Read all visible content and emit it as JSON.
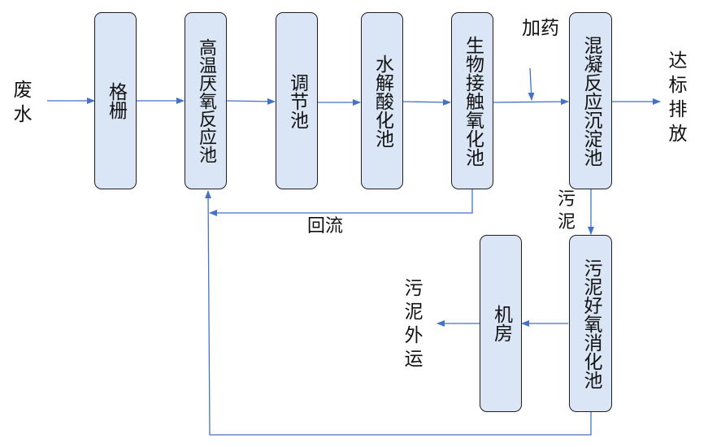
{
  "diagram": {
    "input": {
      "label": "废水"
    },
    "boxes": {
      "grille": "格栅",
      "anaerobic": "高温厌氧反应池",
      "adjust": "调节池",
      "hydrolysis": "水解酸化池",
      "bio_contact": "生物接触氧化池",
      "coagulation": "混凝反应沉淀池",
      "sludge_digest": "污泥好氧消化池",
      "machine_room": "机房"
    },
    "labels": {
      "dosing": "加药",
      "discharge": "达标排放",
      "sludge": "污泥",
      "reflux": "回流",
      "sludge_out": "污泥外运"
    },
    "colors": {
      "box_fill": "#dae6f5",
      "box_border": "#1f1f1f",
      "arrow": "#4472c4"
    }
  }
}
